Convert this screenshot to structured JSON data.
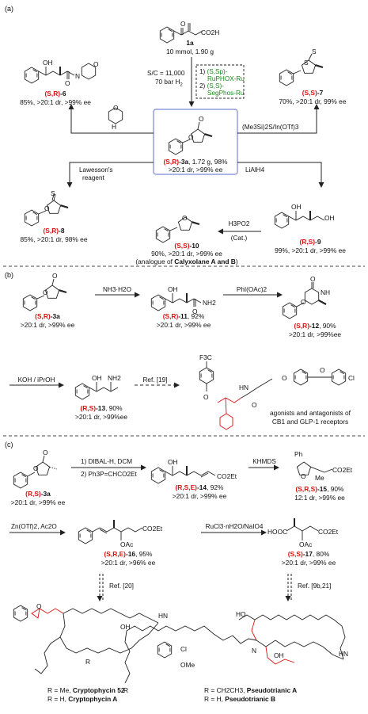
{
  "sections": {
    "a": "(a)",
    "b": "(b)",
    "c": "(c)"
  },
  "a": {
    "start_label": "1a",
    "start_scale": "10 mmol, 1.90 g",
    "sc": "S/C = 11,000",
    "pressure": "70 bar H",
    "pressure_sub": "2",
    "cat1_num": "1)",
    "cat1_stereo": "(S,Sp)",
    "cat1_suffix": "-",
    "cat1_name": "RuPHOX-Ru",
    "cat2_num": "2)",
    "cat2_stereo": "(S,S)",
    "cat2_suffix": "-",
    "cat2_name": "SegPhos-Ru",
    "center_stereo": "(S,R)",
    "center_id": "-3a",
    "center_line1": ", 1.72 g, 98%",
    "center_line2": ">20:1 dr, >99% ee",
    "c6_stereo": "(S,R)",
    "c6_id": "-6",
    "c6_yield": "85%, >20:1 dr, >99% ee",
    "c7_stereo": "(S,S)",
    "c7_id": "-7",
    "c7_yield": "70%, >20:1 dr, 99% ee",
    "reagent7": "(Me3Si)2S/In(OTf)3",
    "lawesson1": "Lawesson's",
    "lawesson2": "reagent",
    "lialh4": "LiAlH4",
    "c8_stereo": "(S,R)",
    "c8_id": "-8",
    "c8_yield": "85%, >20:1 dr, 98% ee",
    "c9_stereo": "(R,S)",
    "c9_id": "-9",
    "c9_yield": "99%, >20:1 dr, >99% ee",
    "h3po2": "H3PO2",
    "h3po2_cat": "(Cat.)",
    "c10_stereo": "(S,S)",
    "c10_id": "-10",
    "c10_yield": "90%, >20:1 dr, >99% ee",
    "analogue_pre": "(analogue of ",
    "analogue_name": "Calyxolane A and B",
    "analogue_post": ")"
  },
  "b": {
    "c3a_stereo": "(S,R)",
    "c3a_id": "-3a",
    "c3a_ratio": ">20:1 dr, >99% ee",
    "reagent11": "NH3·H2O",
    "c11_stereo": "(S,R)",
    "c11_id": "-11",
    "c11_line1": ", 92%",
    "c11_line2": ">20:1 dr, >99% ee",
    "reagent12": "PhI(OAc)2",
    "c12_stereo": "(S,R)",
    "c12_id": "-12",
    "c12_line1": ", 90%",
    "c12_line2": ">20:1 dr, >99%ee",
    "reagent13": "KOH / iPrOH",
    "c13_stereo": "(R,S)",
    "c13_id": "-13",
    "c13_line1": ", 90%",
    "c13_line2": ">20:1 dr, >99%ee",
    "ref19": "Ref. [19]",
    "target_desc1": "agonists and antagonists of",
    "target_desc2": "CB1 and GLP-1 receptors"
  },
  "c": {
    "c3a_stereo": "(R,S)",
    "c3a_id": "-3a",
    "c3a_ratio": ">20:1 dr, >99% ee",
    "step1": "1) DIBAL-H, DCM",
    "step2": "2) Ph3P=CHCO2Et",
    "c14_stereo": "(R,S,E)",
    "c14_id": "-14",
    "c14_line1": ", 92%",
    "c14_line2": ">20:1 dr, >99% ee",
    "khmds": "KHMDS",
    "c15_stereo": "(S,R,S)",
    "c15_id": "-15",
    "c15_line1": ", 90%",
    "c15_line2": "12:1 dr, >99% ee",
    "reagent16": "Zn(OTf)2, Ac2O",
    "c16_stereo": "(S,R,E)",
    "c16_id": "-16",
    "c16_line1": ", 95%",
    "c16_line2": ">20:1 dr, >96% ee",
    "reagent17": "RuCl3·nH2O/NaIO4",
    "c17_stereo": "(S,S)",
    "c17_id": "-17",
    "c17_line1": ", 80%",
    "c17_line2": ">20:1 dr, >99% ee",
    "ref20": "Ref. [20]",
    "ref21": "Ref. [9b,21]",
    "crypto_r1_pre": "R = Me, ",
    "crypto_r1_name": "Cryptophycin 52",
    "crypto_r2_pre": "R = H, ",
    "crypto_r2_name": "Cryptophycin A",
    "pseudo_r1_pre": "R = CH2CH3, ",
    "pseudo_r1_name": "Pseudotrianic A",
    "pseudo_r2_pre": "R = H, ",
    "pseudo_r2_name": "Pseudotrianic B"
  },
  "atoms": {
    "O": "O",
    "OH": "OH",
    "N": "N",
    "NH": "NH",
    "NH2": "NH2",
    "S": "S",
    "CO2H": "CO2H",
    "CO2Et": "CO2Et",
    "OAc": "OAc",
    "HOOC": "HOOC",
    "Me": "Me",
    "Ph": "Ph",
    "CF3": "F3C",
    "Cl": "Cl",
    "OMe": "OMe",
    "H": "H",
    "HN": "HN",
    "R": "R",
    "HO": "HO"
  },
  "colors": {
    "red": "#d11",
    "blue": "#2433c9",
    "green": "#1a8a1a",
    "box_border": "#7b86d6"
  }
}
